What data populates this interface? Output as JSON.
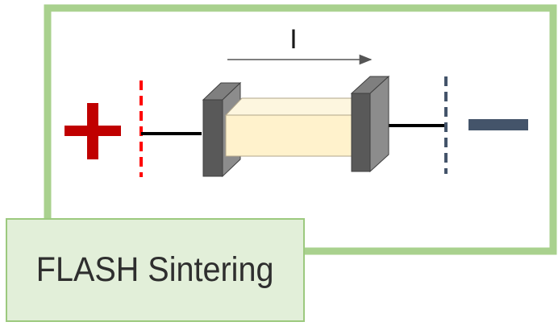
{
  "diagram": {
    "current_label": "I",
    "caption": "FLASH Sintering",
    "polarity": {
      "positive": "plus-sign",
      "negative": "minus-sign"
    }
  },
  "colors": {
    "frame": "#a9d18e",
    "caption_fill": "#e2efd9",
    "caption_border": "#9cc97e",
    "positive": "#c00000",
    "positive_dashes": "#ff0000",
    "negative": "#44546a",
    "sample": "#fff2cc",
    "electrode": "#595959",
    "wire": "#000000"
  }
}
